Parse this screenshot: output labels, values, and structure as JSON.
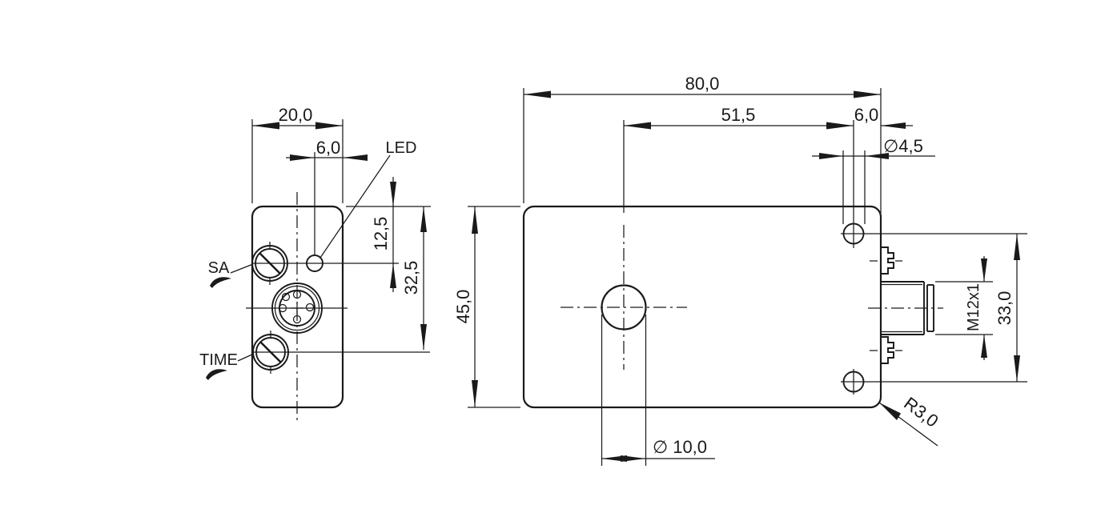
{
  "drawing": {
    "labels": {
      "led": "LED",
      "sa": "SA",
      "time": "TIME"
    },
    "dims": {
      "side_width": "20,0",
      "side_led_offset": "6,0",
      "side_led_depth": "12,5",
      "side_time_depth": "32,5",
      "front_width": "80,0",
      "front_hole_offset": "51,5",
      "front_screw_edge": "6,0",
      "screw_hole_dia": "∅4,5",
      "front_height": "45,0",
      "connector_thread": "M12x1",
      "screw_span": "33,0",
      "corner_radius": "R3,0",
      "center_hole_dia": "∅ 10,0"
    },
    "colors": {
      "line": "#1a1a1a",
      "background": "#ffffff"
    }
  }
}
